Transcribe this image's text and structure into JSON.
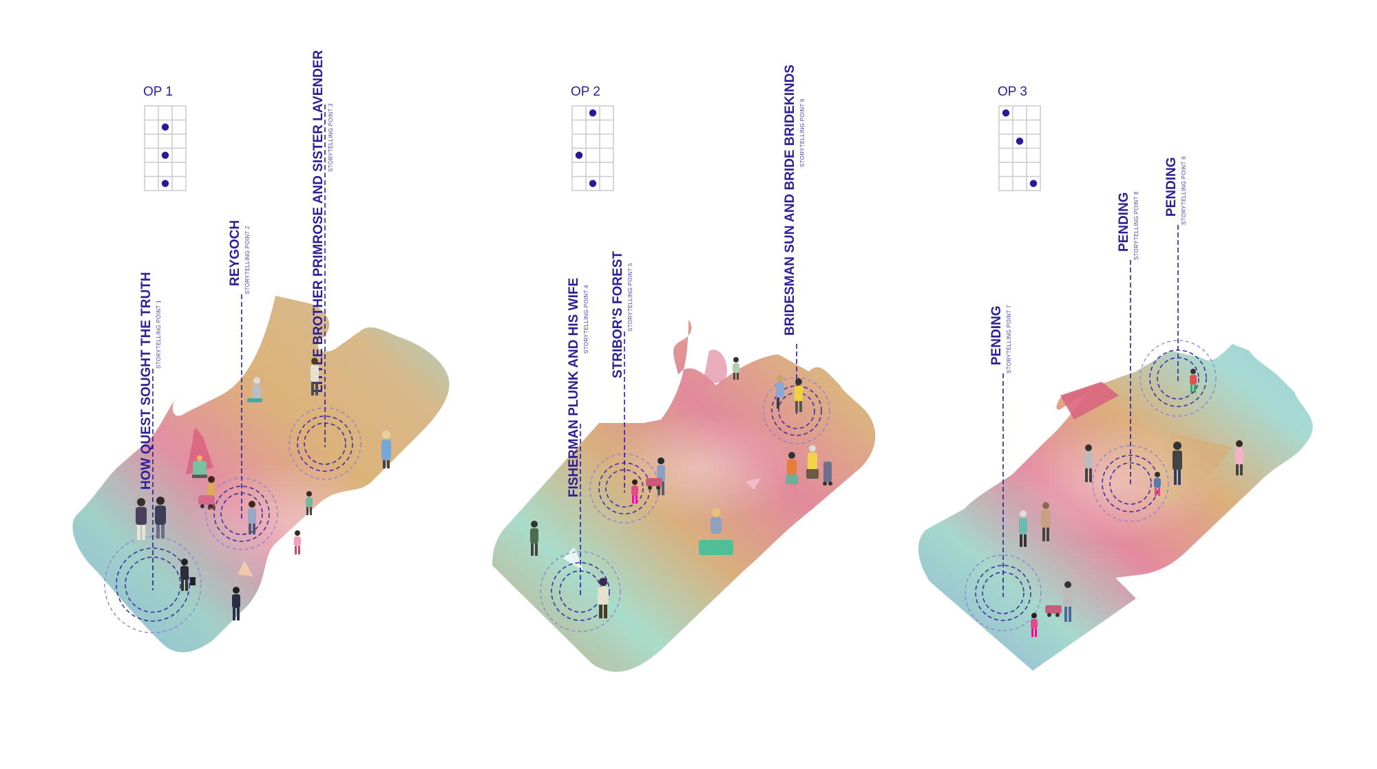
{
  "diagram": {
    "options": [
      {
        "label": "OP 1",
        "grid_dots": [
          [
            1,
            1
          ],
          [
            1,
            3
          ],
          [
            1,
            5
          ]
        ],
        "points": [
          {
            "title": "HOW QUEST SOUGHT THE TRUTH",
            "subtitle": "STORYTELLING POINT 1"
          },
          {
            "title": "REYGOCH",
            "subtitle": "STORYTELLING POINT 2"
          },
          {
            "title": "LITTLE BROTHER PRIMROSE AND SISTER LAVENDER",
            "subtitle": "STORYTELLING POINT 3"
          }
        ]
      },
      {
        "label": "OP 2",
        "grid_dots": [
          [
            1,
            0
          ],
          [
            0,
            3
          ],
          [
            1,
            5
          ]
        ],
        "points": [
          {
            "title": "FISHERMAN PLUNK AND HIS WIFE",
            "subtitle": "STORYTELLING POINT 4"
          },
          {
            "title": "STRIBOR'S FOREST",
            "subtitle": "STORYTELLING POINT 5"
          },
          {
            "title": "BRIDESMAN SUN AND BRIDE BRIDEKINDS",
            "subtitle": "STORYTELLING POINT 6"
          }
        ]
      },
      {
        "label": "OP 3",
        "grid_dots": [
          [
            0,
            0
          ],
          [
            1,
            2
          ],
          [
            2,
            5
          ]
        ],
        "points": [
          {
            "title": "PENDING",
            "subtitle": "STORYTELLING POINT 7"
          },
          {
            "title": "PENDING",
            "subtitle": "STORYTELLING POINT 8"
          },
          {
            "title": "PENDING",
            "subtitle": "STORYTELLING POINT 9"
          }
        ]
      }
    ],
    "colors": {
      "accent": "#2a1f96",
      "dot": "#2a1799",
      "grid": "#c9c9cf",
      "surface_teal": "#9fd9d0",
      "surface_pink": "#e58aa0",
      "surface_tan": "#d9b27e",
      "surface_blue": "#8fb4d8"
    }
  }
}
